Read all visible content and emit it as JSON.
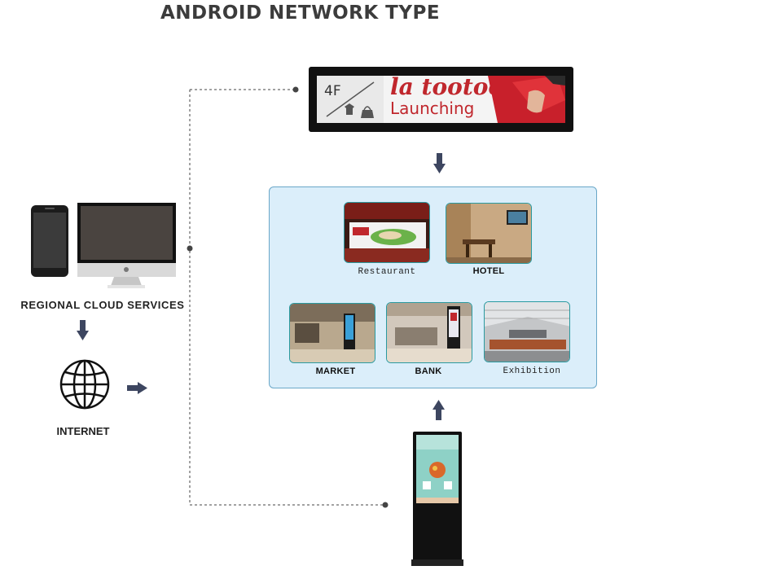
{
  "title": "ANDROID NETWORK TYPE",
  "cloud": {
    "label": "REGIONAL CLOUD SERVICES"
  },
  "internet": {
    "label": "INTERNET"
  },
  "banner": {
    "floor": "4F",
    "brand": "la tootoo",
    "subtitle": "Launching"
  },
  "venues": [
    {
      "label": "Restaurant"
    },
    {
      "label": "HOTEL"
    },
    {
      "label": "MARKET"
    },
    {
      "label": "BANK"
    },
    {
      "label": "Exhibition"
    }
  ],
  "colors": {
    "arrow": "#3d4660",
    "venue_bg": "#dbeefa",
    "venue_border": "#6aa7c8",
    "brand_red": "#c0272d"
  }
}
